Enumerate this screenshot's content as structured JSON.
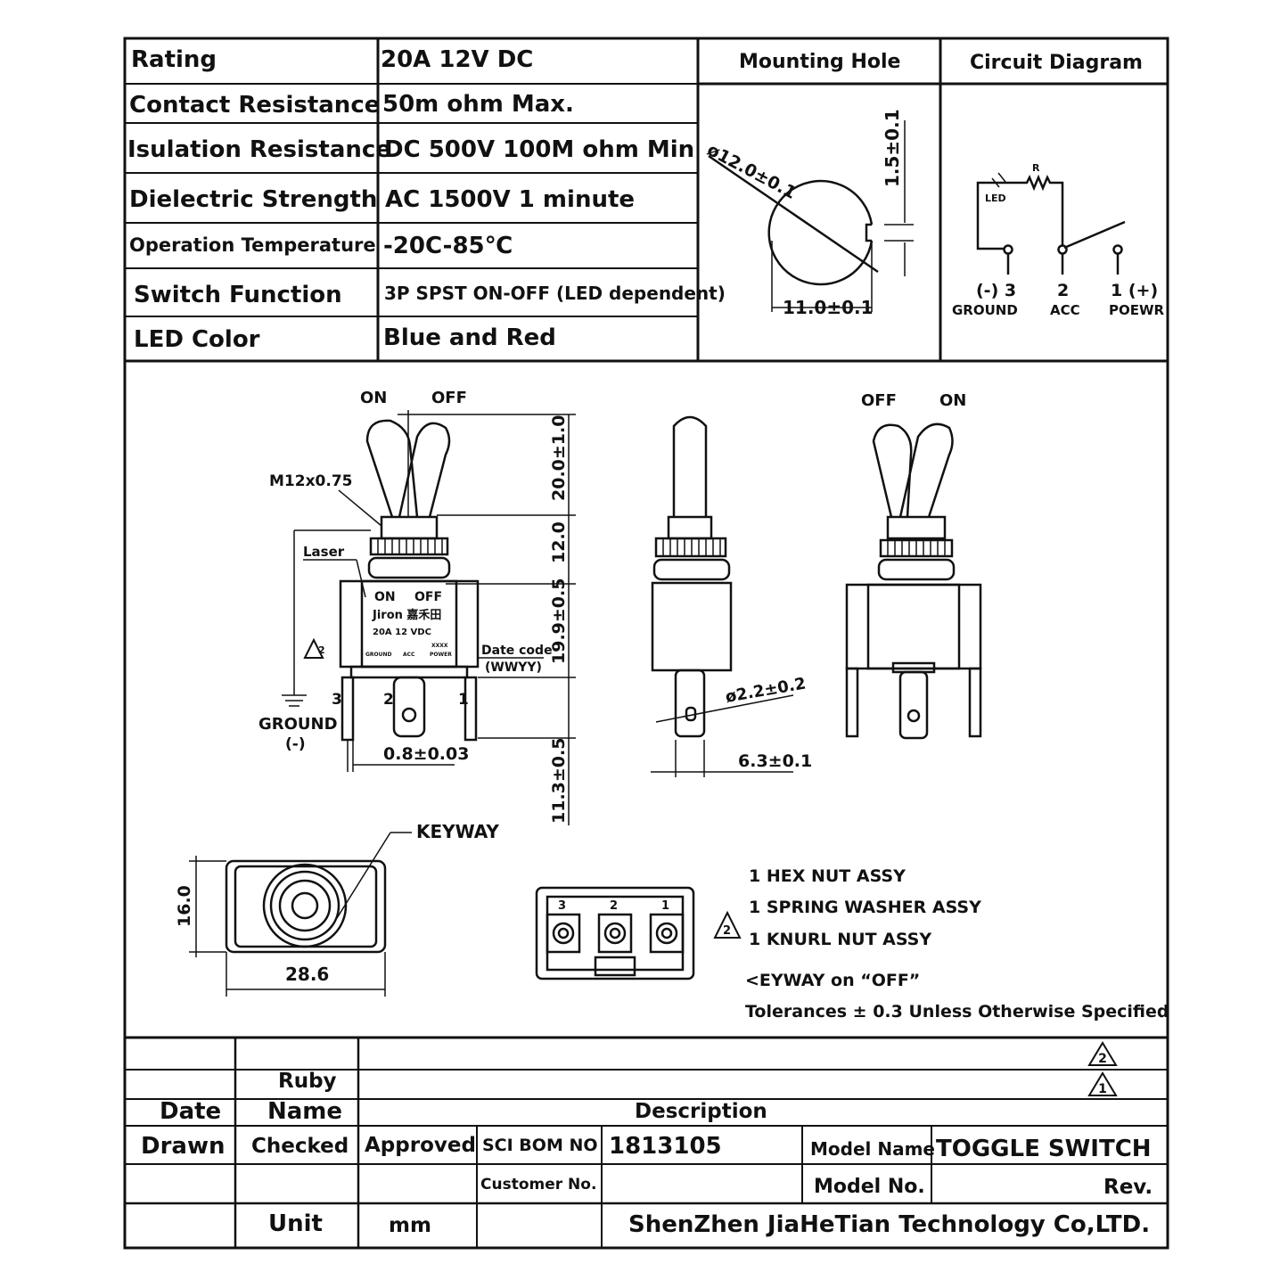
{
  "spec_table": {
    "rows": [
      {
        "label": "Rating",
        "value": "20A 12V DC"
      },
      {
        "label": "Contact Resistance",
        "value": "50m ohm Max."
      },
      {
        "label": "Isulation Resistance",
        "value": "DC 500V 100M ohm Min"
      },
      {
        "label": "Dielectric Strength",
        "value": "AC 1500V 1 minute"
      },
      {
        "label": "Operation Temperature",
        "value": "-20C-85℃"
      },
      {
        "label": "Switch Function",
        "value": "3P SPST ON-OFF (LED dependent)"
      },
      {
        "label": "LED Color",
        "value": "Blue and Red"
      }
    ]
  },
  "mounting_hole": {
    "header": "Mounting Hole",
    "dim_diameter": "ø12.0±0.1",
    "dim_keyway": "1.5±0.1",
    "dim_width": "11.0±0.1"
  },
  "circuit_diagram": {
    "header": "Circuit Diagram",
    "led_label": "LED",
    "resistor_label": "R",
    "terminals": [
      {
        "number": "(-) 3",
        "name": "GROUND"
      },
      {
        "number": "2",
        "name": "ACC"
      },
      {
        "number": "1 (+)",
        "name": "POEWR"
      }
    ]
  },
  "front_view": {
    "on_label": "ON",
    "off_label": "OFF",
    "thread_label": "M12x0.75",
    "laser_label": "Laser",
    "body_on": "ON",
    "body_off": "OFF",
    "brand": "Jiron 嘉禾田",
    "body_rating": "20A 12 VDC",
    "body_terminals": [
      "GROUND",
      "ACC",
      "POWER"
    ],
    "body_code": "XXXX",
    "date_code": "Date code",
    "date_format": "(WWYY)",
    "pin_numbers": [
      "3",
      "2",
      "1"
    ],
    "ground_label": "GROUND",
    "ground_sign": "(-)",
    "dim_pin_thickness": "0.8±0.03",
    "dim_handle": "20.0±1.0",
    "dim_bushing": "12.0",
    "dim_body": "19.9±0.5",
    "dim_terminal": "11.3±0.5"
  },
  "side_view": {
    "dim_hole": "ø2.2±0.2",
    "dim_tab_width": "6.3±0.1"
  },
  "rear_view": {
    "off_label": "OFF",
    "on_label": "ON"
  },
  "top_view": {
    "keyway_label": "KEYWAY",
    "dim_height": "16.0",
    "dim_width": "28.6",
    "terminal_numbers": [
      "3",
      "2",
      "1"
    ]
  },
  "notes": {
    "revision_mark": "2",
    "items": [
      "1 HEX NUT ASSY",
      "1 SPRING WASHER ASSY",
      "1 KNURL NUT ASSY"
    ],
    "keyway_note": "<EYWAY on “OFF”",
    "tolerance_note": "Tolerances ± 0.3 Unless Otherwise Specified"
  },
  "title_block": {
    "rev_marks": [
      "2",
      "1"
    ],
    "ruby": "Ruby",
    "date": "Date",
    "name": "Name",
    "description": "Description",
    "drawn": "Drawn",
    "checked": "Checked",
    "approved": "Approved",
    "sci_bom_label": "SCI BOM NO",
    "sci_bom_value": "1813105",
    "model_name_label": "Model Name",
    "model_name_value": "TOGGLE SWITCH",
    "customer_no_label": "Customer No.",
    "model_no_label": "Model No.",
    "rev_label": "Rev.",
    "unit_label": "Unit",
    "unit_value": "mm",
    "company": "ShenZhen JiaHeTian Technology Co,LTD."
  }
}
